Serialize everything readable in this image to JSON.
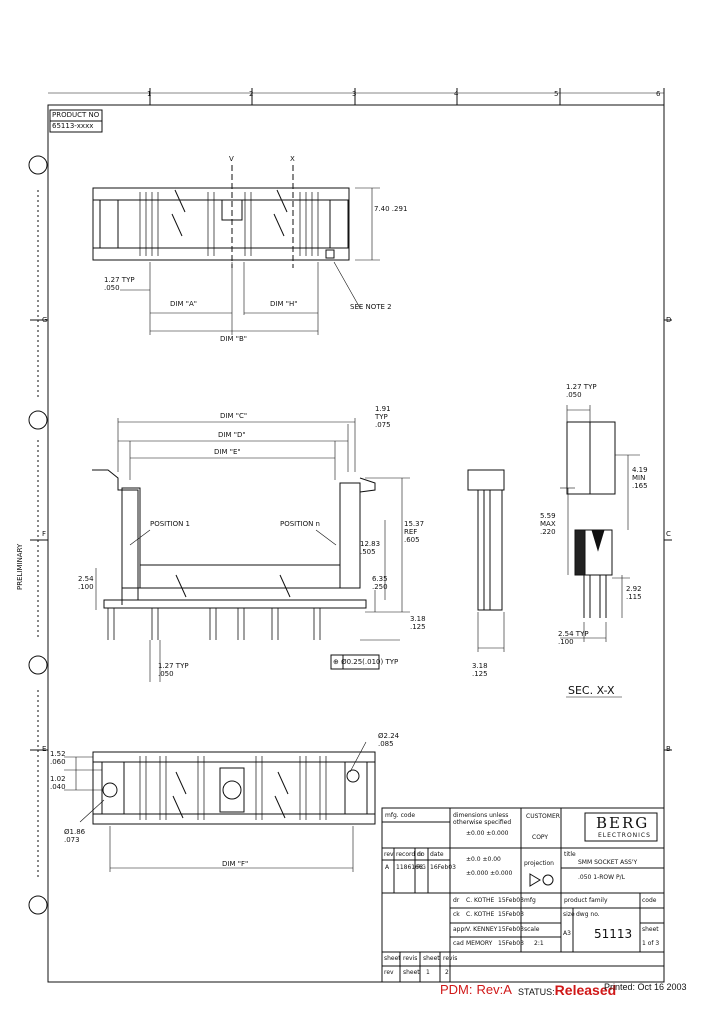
{
  "doc": {
    "product_box": {
      "line1": "PRODUCT NO",
      "line2": "65113-xxxx"
    },
    "grid_top": [
      "1",
      "2",
      "3",
      "4",
      "5",
      "6"
    ],
    "grid_side": [
      "G",
      "F",
      "E",
      "D",
      "C",
      "B"
    ],
    "side_strip_text": "PRELIMINARY",
    "top_view": {
      "cut_v": "V",
      "cut_x": "X",
      "dim_height": "7.40 .291",
      "dim_pitch": "1.27 TYP .050",
      "dim_a": "DIM \"A\"",
      "dim_b": "DIM \"B\"",
      "dim_h": "DIM \"H\"",
      "see_note": "SEE NOTE 2"
    },
    "front_view": {
      "dim_c": "DIM \"C\"",
      "dim_d": "DIM \"D\"",
      "dim_e": "DIM \"E\"",
      "dim_side": "1.91 TYP .075",
      "position_1": "POSITION 1",
      "position_n": "POSITION n",
      "dim_body": "12.83 .505",
      "dim_overall": "15.37 REF .605",
      "dim_seat": "6.35 .250",
      "dim_tail": "3.18 .125",
      "dim_left": "2.54 .100",
      "dim_pitch": "1.27 TYP .050",
      "tolerance": "⊕ Ø0.25(.010) TYP"
    },
    "side_view": {
      "dim_thick": "3.18 .125"
    },
    "section_view": {
      "label": "SEC. X-X",
      "dim_top": "1.27 TYP .050",
      "dim_min": "4.19 MIN .165",
      "dim_body": "5.59 MAX .220",
      "dim_tail": "2.92 .115",
      "dim_pitch": "2.54 TYP .100"
    },
    "bottom_view": {
      "dim_a1": "1.52 .060",
      "dim_a2": "1.02 .040",
      "dim_hole": "Ø1.86 .073",
      "dim_peg": "Ø2.24 .085",
      "dim_f": "DIM \"F\""
    },
    "title_block": {
      "mfg_code_label": "mfg. code",
      "rev_headers": [
        "rev",
        "record no",
        "dr",
        "date"
      ],
      "rev_row": [
        "A",
        "1186166",
        "RG",
        "16Feb03"
      ],
      "tolerance_text": "dimensions unless otherwise specified",
      "tolerance_values": [
        "±0.00 ±0.000",
        "±0.0 ±0.00",
        "±0.000 ±0.000"
      ],
      "customer_label": "CUSTOMER",
      "copy_label": "COPY",
      "logo_line1": "BERG",
      "logo_line2": "ELECTRONICS",
      "projection_label": "projection",
      "title_label": "title",
      "title_line1": "SMM SOCKET ASS'Y",
      "title_line2": ".050 1-ROW P/L",
      "approvals": [
        {
          "role": "dr",
          "name": "C. KOTHE",
          "date": "15Feb03"
        },
        {
          "role": "ck",
          "name": "C. KOTHE",
          "date": "15Feb03"
        },
        {
          "role": "appr",
          "name": "V. KENNEY",
          "date": "15Feb03"
        },
        {
          "role": "cad",
          "name": "MEMORY",
          "date": "15Feb03"
        }
      ],
      "mfg_label": "mfg",
      "scale_label": "scale",
      "scale_value": "2:1",
      "product_family_label": "product family",
      "code_label": "code",
      "dwg_no_label": "dwg no.",
      "size_label": "size",
      "size_value": "A3",
      "dwg_no": "51113",
      "sheet_label": "sheet",
      "sheet_value": "1 of 3",
      "bottom_row": [
        "sheet",
        "revis",
        "sheet",
        "revis"
      ],
      "bottom_row2": [
        "rev",
        "sheet",
        "1",
        "2"
      ]
    },
    "footer": {
      "pdm_label": "PDM:",
      "pdm_rev": "Rev:A",
      "status_label": "STATUS:",
      "status_value": "Released",
      "printed": "Printed: Oct 16 2003"
    },
    "colors": {
      "accent": "#d01818",
      "ink": "#111111"
    }
  }
}
